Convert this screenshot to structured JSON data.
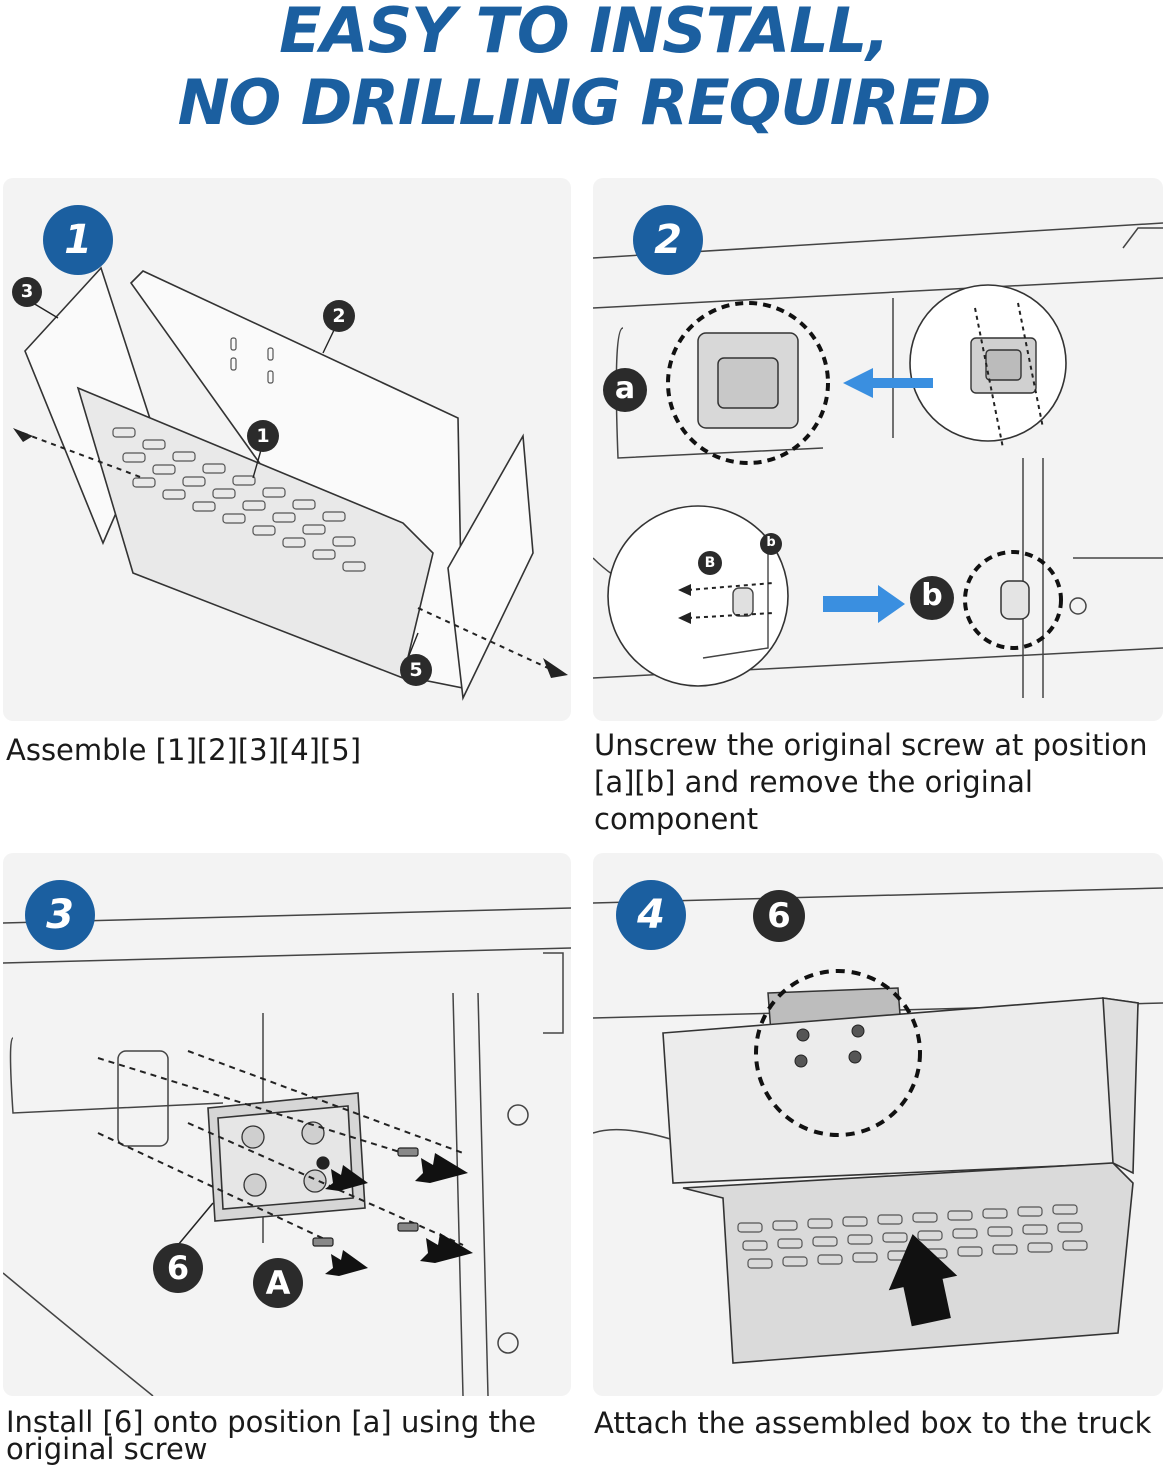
{
  "header": {
    "line1": "EASY TO INSTALL,",
    "line2": "NO DRILLING REQUIRED"
  },
  "steps": [
    {
      "number": "1",
      "callouts": [
        "3",
        "2",
        "1",
        "5"
      ],
      "caption": [
        "Assemble [1][2][3][4][5]"
      ]
    },
    {
      "number": "2",
      "callouts": [
        "a",
        "b",
        "B",
        "b"
      ],
      "caption": [
        "Unscrew the original screw at position",
        "[a][b] and remove the original",
        "component"
      ]
    },
    {
      "number": "3",
      "callouts": [
        "6",
        "A"
      ],
      "caption": [
        "Install [6] onto position [a] using the",
        "original screw"
      ]
    },
    {
      "number": "4",
      "callouts": [
        "6"
      ],
      "caption": [
        "Attach the assembled box to the truck"
      ]
    }
  ],
  "colors": {
    "brand_blue": "#1b5fa0",
    "callout_dark": "#2b2b2b",
    "arrow_blue": "#3a8fe0",
    "panel_bg": "#f3f3f3"
  }
}
